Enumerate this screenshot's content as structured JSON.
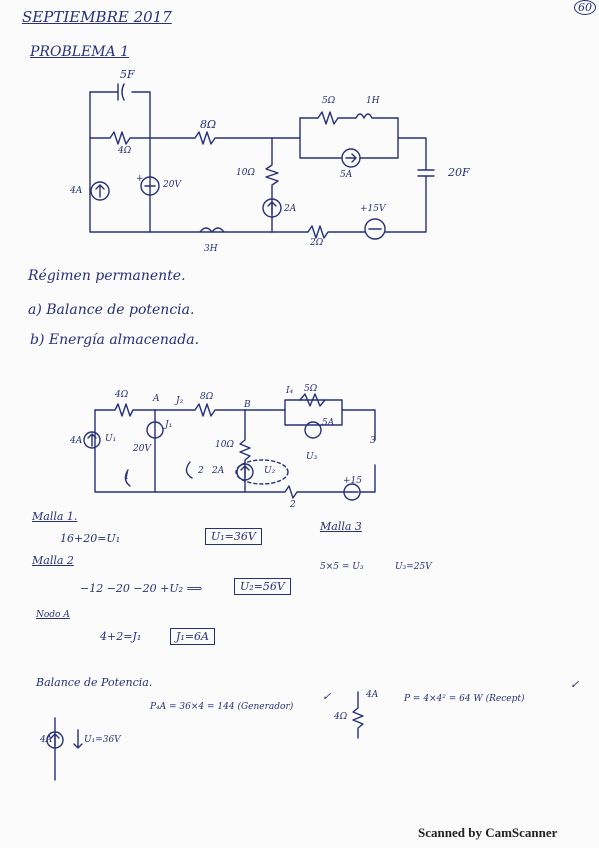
{
  "header": {
    "date": "SEPTIEMBRE 2017",
    "page_number": "60"
  },
  "problem": {
    "title": "PROBLEMA 1",
    "statement": {
      "line1": "Régimen permanente.",
      "line2": "a) Balance de potencia.",
      "line3": "b) Energía almacenada."
    }
  },
  "circuit1": {
    "labels": {
      "c5": "5F",
      "r4": "4Ω",
      "r8": "8Ω",
      "r5": "5Ω",
      "l1": "1H",
      "cs5": "5A",
      "c20": "20F",
      "is4": "4A",
      "vs20": "20V",
      "r10": "10Ω",
      "is2": "2A",
      "vs15": "+15V",
      "l3": "3H",
      "r2": "2Ω",
      "plus": "+"
    }
  },
  "circuit2": {
    "labels": {
      "r4": "4Ω",
      "nodeA": "A",
      "j2": "J₂",
      "r8": "8Ω",
      "nodeB": "B",
      "i4": "I₄",
      "r5": "5Ω",
      "is4": "4A",
      "u1": "U₁",
      "j1": "J₁",
      "v20": "20V",
      "r10": "10Ω",
      "is2": "2A",
      "u2": "U₂",
      "cs5": "5A",
      "u3": "U₃",
      "vs15": "+15",
      "r2": "2",
      "m1": "1",
      "m2": "2",
      "m3": "3"
    }
  },
  "solution": {
    "malla1_title": "Malla 1.",
    "malla1_eq": "16+20=U₁",
    "malla1_result": "U₁=36V",
    "malla2_title": "Malla 2",
    "malla2_eq": "−12 −20 −20 +U₂ ⟹",
    "malla2_result": "U₂=56V",
    "malla3_title": "Malla 3",
    "malla3_eq": "5×5 = U₃",
    "malla3_result": "U₃=25V",
    "nodo_title": "Nodo A",
    "nodo_eq": "4+2=J₁",
    "nodo_result": "J₁=6A"
  },
  "balance": {
    "title": "Balance de Potencia.",
    "p4a": "P₄A = 36×4 = 144 (Generador)",
    "check": "✓",
    "src_label": "4A",
    "src_u": "U₁=36V",
    "r_label": "4Ω",
    "r_current": "4A",
    "p_r": "P = 4×4² = 64 W (Recept)",
    "check2": "✓"
  },
  "footer": {
    "scanner": "Scanned by CamScanner"
  }
}
